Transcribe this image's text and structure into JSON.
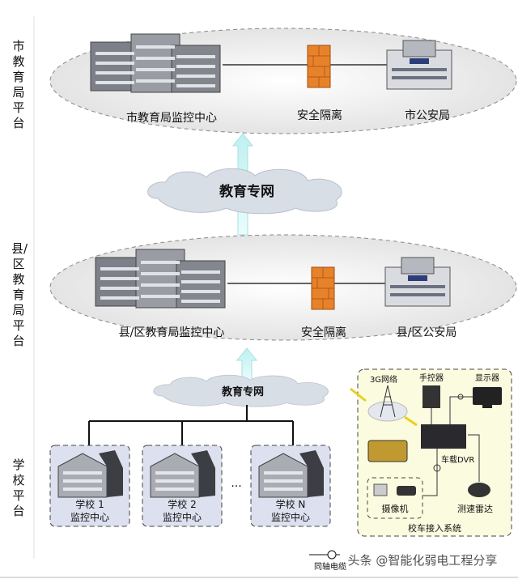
{
  "levels": {
    "city": {
      "label": "市教育局平台",
      "center": "市教育局监控中心",
      "isolation": "安全隔离",
      "police": "市公安局"
    },
    "county": {
      "label": "县/区教育局平台",
      "center": "县/区教育局监控中心",
      "isolation": "安全隔离",
      "police": "县/区公安局"
    },
    "school": {
      "label": "学校平台"
    }
  },
  "networks": {
    "upper": "教育专网",
    "lower": "教育专网"
  },
  "schools": [
    {
      "name": "学校 1",
      "center": "监控中心"
    },
    {
      "name": "学校 2",
      "center": "监控中心"
    },
    {
      "name": "学校 N",
      "center": "监控中心"
    }
  ],
  "ellipsis": "···",
  "bus_system": {
    "title": "校车接入系统",
    "network": "3G网络",
    "controller": "手控器",
    "display": "显示器",
    "dvr": "车载DVR",
    "camera": "摄像机",
    "radar": "测速雷达"
  },
  "legend": {
    "coax": "同轴电缆"
  },
  "watermark": "头条 @智能化弱电工程分享",
  "colors": {
    "arrow": "#c8f0f0",
    "firewall": "#e8822a",
    "school_box": "#dde0ee",
    "bus_box": "#fbfbe0"
  }
}
